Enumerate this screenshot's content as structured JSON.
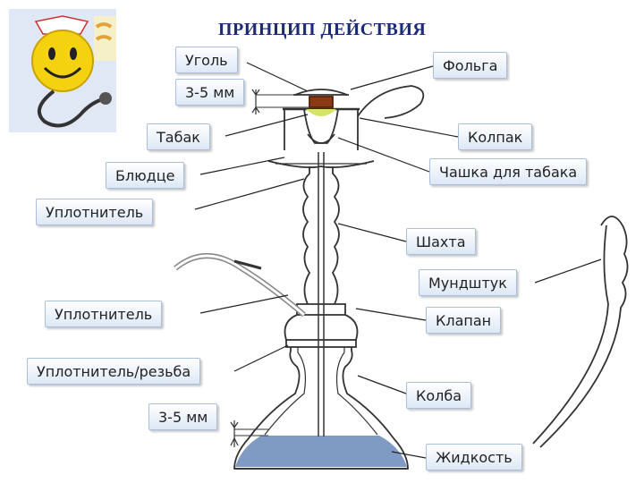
{
  "title": "ПРИНЦИП  ДЕЙСТВИЯ",
  "labels": {
    "coal": "Уголь",
    "gap_top": "3-5 мм",
    "tobacco": "Табак",
    "saucer": "Блюдце",
    "seal_upper": "Уплотнитель",
    "seal_hose": "Уплотнитель",
    "seal_thread": "Уплотнитель/резьба",
    "gap_bottom": "3-5 мм",
    "foil": "Фольга",
    "cap": "Колпак",
    "tobacco_bowl": "Чашка для табака",
    "shaft": "Шахта",
    "mouthpiece": "Мундштук",
    "valve": "Клапан",
    "flask": "Колба",
    "liquid": "Жидкость"
  },
  "colors": {
    "title": "#1c2a78",
    "line": "#333333",
    "liquid": "#7f9bc4",
    "coal": "#8a3a14",
    "tobacco": "#d6e36a",
    "label_border": "#a9bfdc"
  },
  "icons": [
    "smiley-nurse-logo",
    "stethoscope-icon"
  ]
}
